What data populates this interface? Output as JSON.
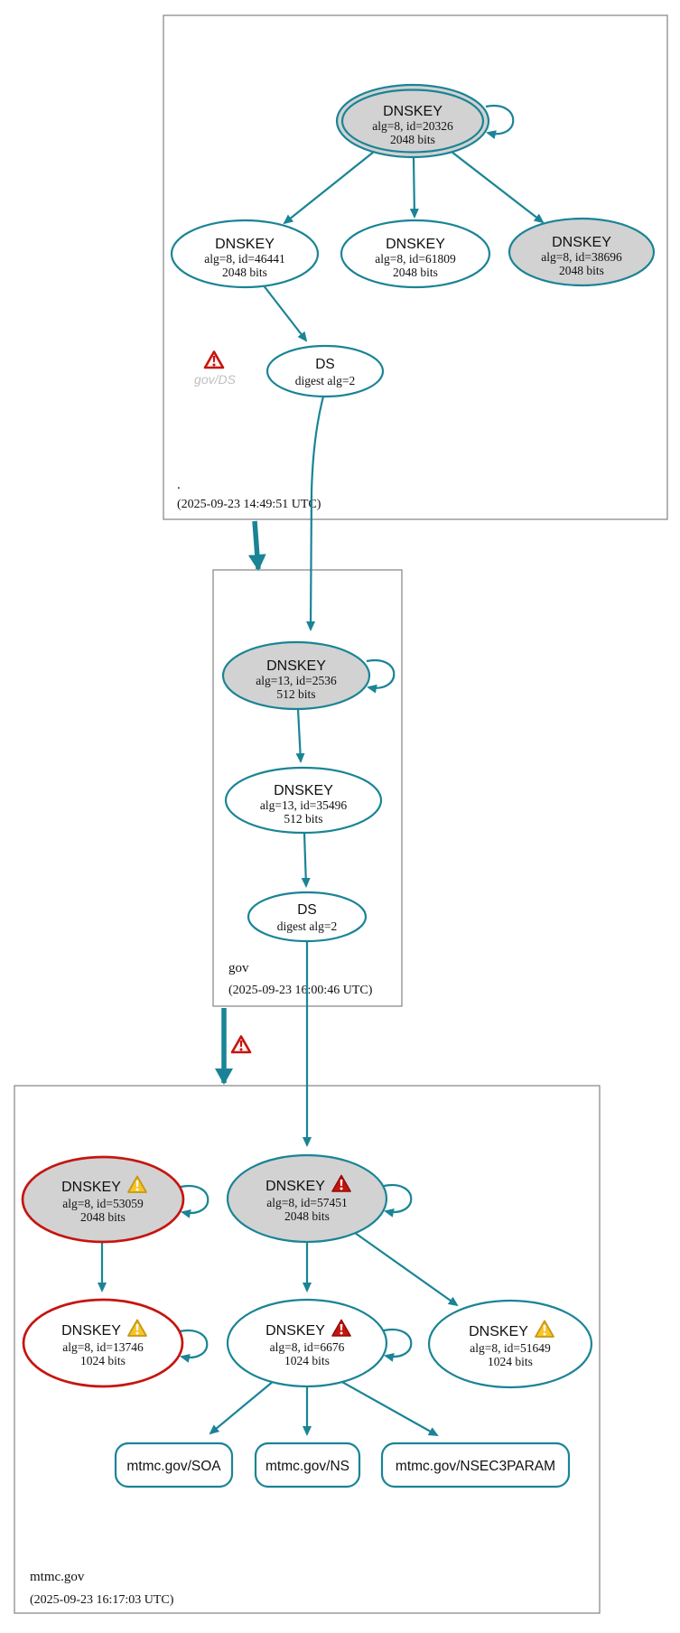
{
  "colors": {
    "teal": "#1a8496",
    "red": "#c6150f",
    "grayfill": "#d2d2d2",
    "boxborder": "#8c8c8c",
    "yellow": "#f7c52b",
    "yellowborder": "#c79810",
    "muted": "#c0c0c0"
  },
  "icons": {
    "warning_icon": "yellow-triangle-exclamation",
    "error_icon": "red-triangle-exclamation"
  },
  "zones": {
    "root": {
      "label": ".",
      "timestamp": "(2025-09-23 14:49:51 UTC)",
      "warning_label": "gov/DS",
      "nodes": {
        "ksk": {
          "title": "DNSKEY",
          "detail": "alg=8, id=20326",
          "bits": "2048 bits"
        },
        "zsk1": {
          "title": "DNSKEY",
          "detail": "alg=8, id=46441",
          "bits": "2048 bits"
        },
        "zsk2": {
          "title": "DNSKEY",
          "detail": "alg=8, id=61809",
          "bits": "2048 bits"
        },
        "zsk3": {
          "title": "DNSKEY",
          "detail": "alg=8, id=38696",
          "bits": "2048 bits"
        },
        "ds": {
          "title": "DS",
          "detail": "digest alg=2"
        }
      }
    },
    "gov": {
      "label": "gov",
      "timestamp": "(2025-09-23 16:00:46 UTC)",
      "nodes": {
        "ksk": {
          "title": "DNSKEY",
          "detail": "alg=13, id=2536",
          "bits": "512 bits"
        },
        "zsk": {
          "title": "DNSKEY",
          "detail": "alg=13, id=35496",
          "bits": "512 bits"
        },
        "ds": {
          "title": "DS",
          "detail": "digest alg=2"
        }
      }
    },
    "mtmc": {
      "label": "mtmc.gov",
      "timestamp": "(2025-09-23 16:17:03 UTC)",
      "nodes": {
        "ksk1": {
          "title": "DNSKEY",
          "detail": "alg=8, id=53059",
          "bits": "2048 bits"
        },
        "ksk2": {
          "title": "DNSKEY",
          "detail": "alg=8, id=57451",
          "bits": "2048 bits"
        },
        "zsk1": {
          "title": "DNSKEY",
          "detail": "alg=8, id=13746",
          "bits": "1024 bits"
        },
        "zsk2": {
          "title": "DNSKEY",
          "detail": "alg=8, id=6676",
          "bits": "1024 bits"
        },
        "zsk3": {
          "title": "DNSKEY",
          "detail": "alg=8, id=51649",
          "bits": "1024 bits"
        },
        "rrset_soa": {
          "label": "mtmc.gov/SOA"
        },
        "rrset_ns": {
          "label": "mtmc.gov/NS"
        },
        "rrset_nsec3param": {
          "label": "mtmc.gov/NSEC3PARAM"
        }
      }
    }
  }
}
